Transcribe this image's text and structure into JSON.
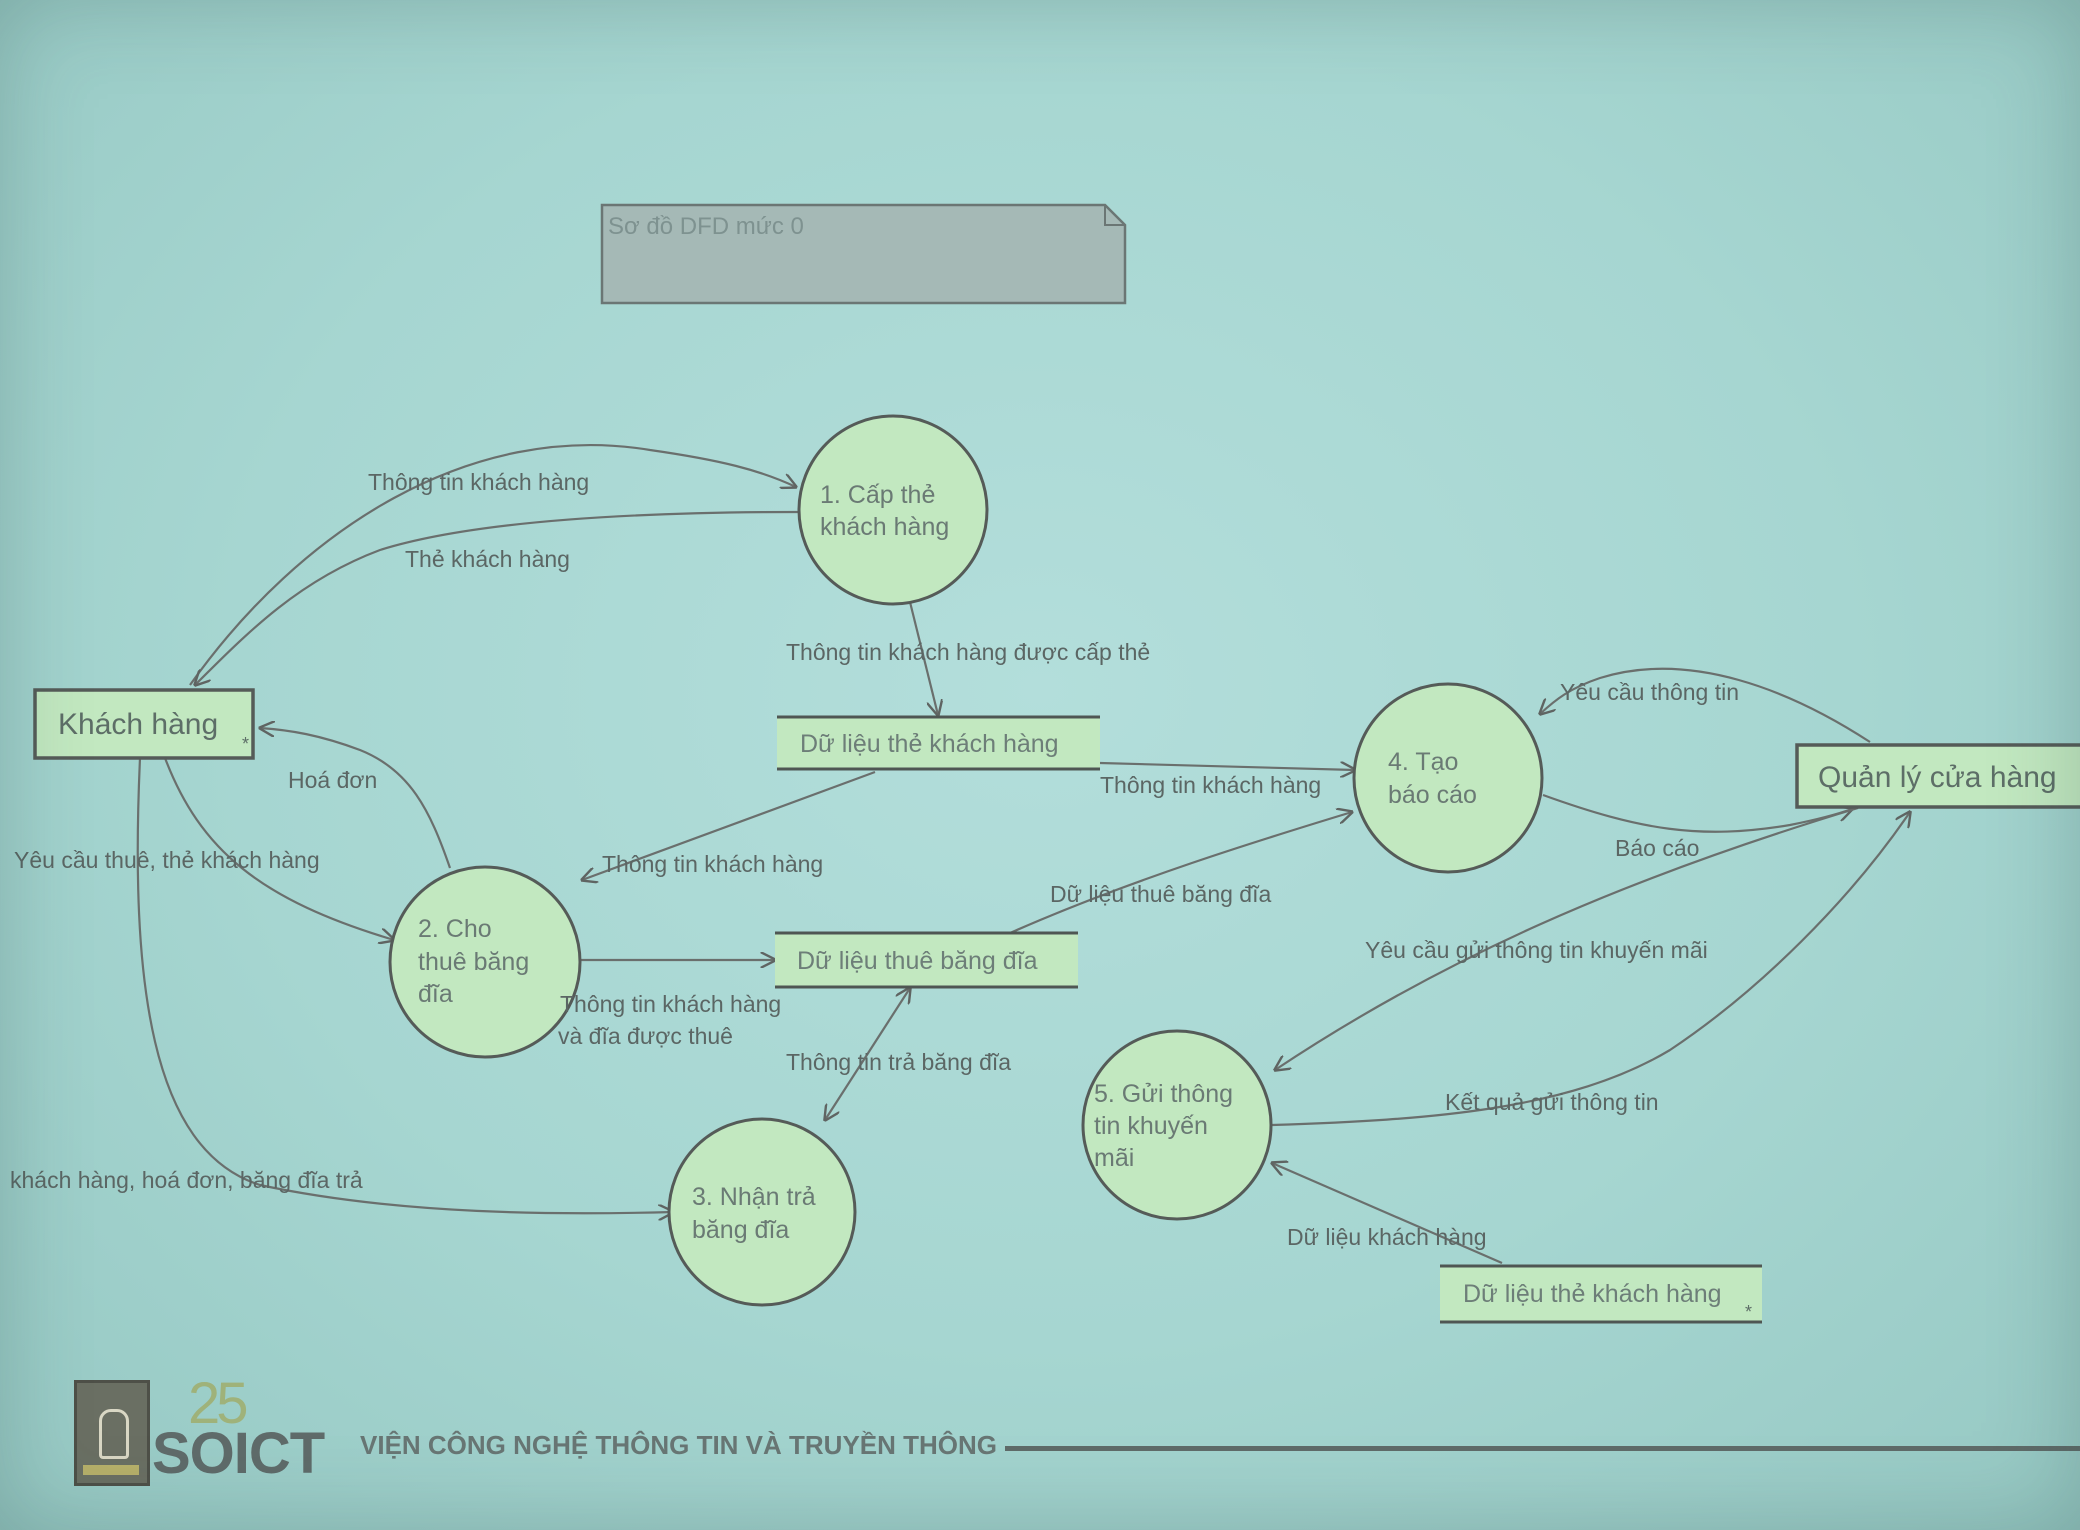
{
  "note": {
    "text": "Sơ đồ DFD mức 0"
  },
  "entities": {
    "customer": "Khách hàng",
    "manager": "Quản lý cửa hàng"
  },
  "processes": {
    "p1": [
      "1. Cấp thẻ",
      "khách hàng"
    ],
    "p2": [
      "2. Cho",
      "thuê băng",
      "đĩa"
    ],
    "p3": [
      "3. Nhận trả",
      "băng đĩa"
    ],
    "p4": [
      "4. Tạo",
      "báo cáo"
    ],
    "p5": [
      "5. Gửi thông",
      "tin khuyến",
      "mãi"
    ]
  },
  "stores": {
    "card_data_1": "Dữ liệu thẻ khách hàng",
    "rental_data": "Dữ liệu thuê băng đĩa",
    "card_data_2": "Dữ liệu thẻ khách hàng"
  },
  "flows": {
    "f_customer_info_top": "Thông tin khách hàng",
    "f_customer_card": "Thẻ khách hàng",
    "f_card_issued_info": "Thông tin khách hàng được cấp thẻ",
    "f_invoice": "Hoá đơn",
    "f_rent_request": "Yêu cầu thuê, thẻ khách hàng",
    "f_customer_info_store": "Thông tin khách hàng",
    "f_rented_info": [
      "Thông tin khách hàng",
      "và đĩa được thuê"
    ],
    "f_return_info": "Thông tin trả băng đĩa",
    "f_return_input": "khách hàng, hoá đơn, băng đĩa trả",
    "f_customer_info_report": "Thông tin khách hàng",
    "f_rental_data_report": "Dữ liệu thuê băng đĩa",
    "f_info_request": "Yêu cầu thông tin",
    "f_report": "Báo cáo",
    "f_promo_request": "Yêu cầu gửi thông tin khuyến mãi",
    "f_promo_result": "Kết quả gửi thông tin",
    "f_customer_data": "Dữ liệu khách hàng"
  },
  "footer": {
    "logo_number": "25",
    "logo_text": "SOICT",
    "institute": "VIỆN CÔNG NGHỆ THÔNG TIN VÀ TRUYỀN THÔNG"
  },
  "colors": {
    "background": "#a9d8d3",
    "shape_fill": "#c2e8c0",
    "note_fill": "#a5b9b6",
    "stroke": "#555b58",
    "text": "#5d6e67"
  }
}
